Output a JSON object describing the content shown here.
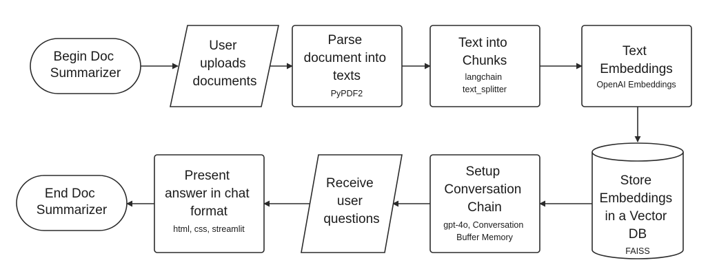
{
  "colors": {
    "stroke": "#2b2b2b",
    "fill": "#ffffff",
    "text": "#1a1a1a"
  },
  "nodes": {
    "begin": {
      "shape": "terminator",
      "label": [
        "Begin Doc",
        "Summarizer"
      ]
    },
    "upload": {
      "shape": "parallelogram",
      "label": [
        "User",
        "uploads",
        "documents"
      ]
    },
    "parse": {
      "shape": "process",
      "label": [
        "Parse",
        "document into",
        "texts"
      ],
      "note": [
        "PyPDF2"
      ]
    },
    "chunks": {
      "shape": "process",
      "label": [
        "Text into",
        "Chunks"
      ],
      "note": [
        "langchain",
        "text_splitter"
      ]
    },
    "embeddings": {
      "shape": "process",
      "label": [
        "Text",
        "Embeddings"
      ],
      "note": [
        "OpenAI Embeddings"
      ]
    },
    "store": {
      "shape": "database",
      "label": [
        "Store",
        "Embeddings",
        "in a Vector",
        "DB"
      ],
      "note": [
        "FAISS"
      ]
    },
    "chain": {
      "shape": "process",
      "label": [
        "Setup",
        "Conversation",
        "Chain"
      ],
      "note": [
        "gpt-4o, Conversation",
        "Buffer Memory"
      ]
    },
    "questions": {
      "shape": "parallelogram",
      "label": [
        "Receive",
        "user",
        "questions"
      ]
    },
    "present": {
      "shape": "process",
      "label": [
        "Present",
        "answer in chat",
        "format"
      ],
      "note": [
        "html, css, streamlit"
      ]
    },
    "end": {
      "shape": "terminator",
      "label": [
        "End Doc",
        "Summarizer"
      ]
    }
  },
  "edges": [
    {
      "from": "begin",
      "to": "upload"
    },
    {
      "from": "upload",
      "to": "parse"
    },
    {
      "from": "parse",
      "to": "chunks"
    },
    {
      "from": "chunks",
      "to": "embeddings"
    },
    {
      "from": "embeddings",
      "to": "store"
    },
    {
      "from": "store",
      "to": "chain"
    },
    {
      "from": "chain",
      "to": "questions"
    },
    {
      "from": "questions",
      "to": "present"
    },
    {
      "from": "present",
      "to": "end"
    }
  ]
}
